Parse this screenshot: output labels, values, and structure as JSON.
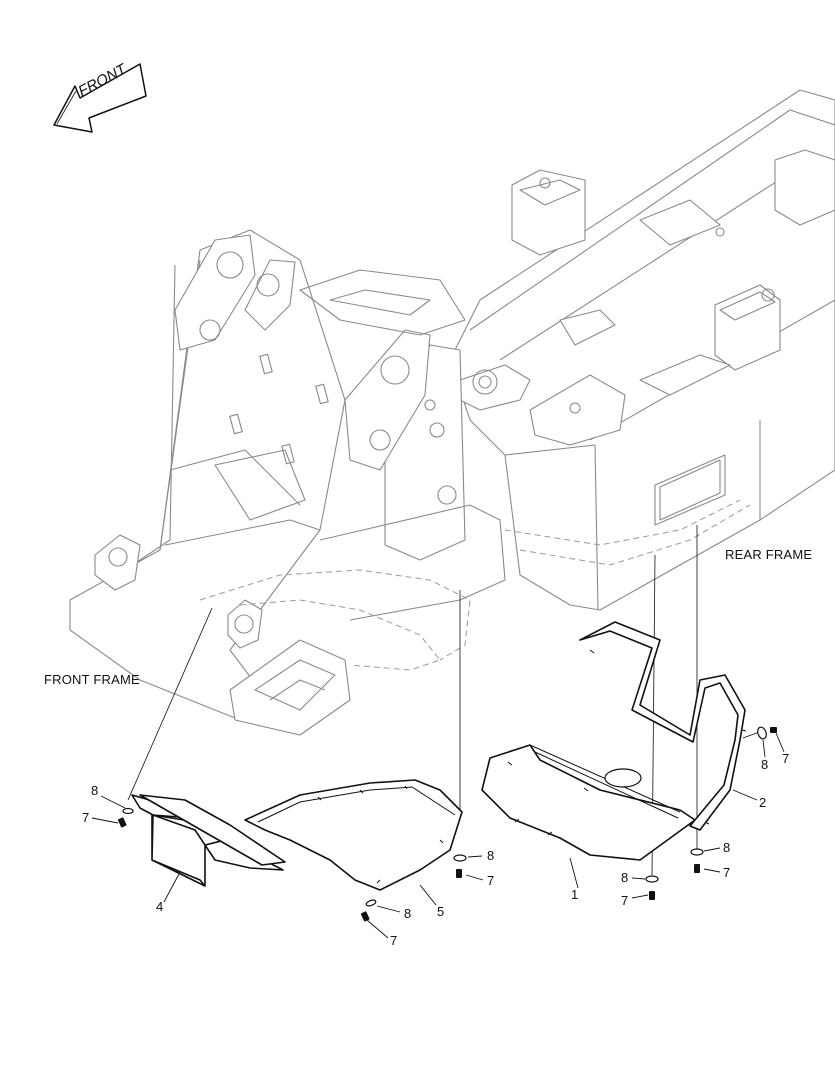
{
  "direction_arrow": {
    "text": "FRONT"
  },
  "frame_labels": {
    "rear": "REAR FRAME",
    "front": "FRONT FRAME"
  },
  "callouts": [
    {
      "id": "c8a",
      "text": "8"
    },
    {
      "id": "c7a",
      "text": "7"
    },
    {
      "id": "c4",
      "text": "4"
    },
    {
      "id": "c5",
      "text": "5"
    },
    {
      "id": "c8b",
      "text": "8"
    },
    {
      "id": "c7b",
      "text": "7"
    },
    {
      "id": "c8c",
      "text": "8"
    },
    {
      "id": "c7c",
      "text": "7"
    },
    {
      "id": "c1",
      "text": "1"
    },
    {
      "id": "c8d",
      "text": "8"
    },
    {
      "id": "c7d",
      "text": "7"
    },
    {
      "id": "c8e",
      "text": "8"
    },
    {
      "id": "c7e",
      "text": "7"
    },
    {
      "id": "c2",
      "text": "2"
    },
    {
      "id": "c8f",
      "text": "8"
    },
    {
      "id": "c7f",
      "text": "7"
    }
  ],
  "icons": [
    "front-arrow-icon",
    "bolt-icon",
    "washer-icon"
  ]
}
